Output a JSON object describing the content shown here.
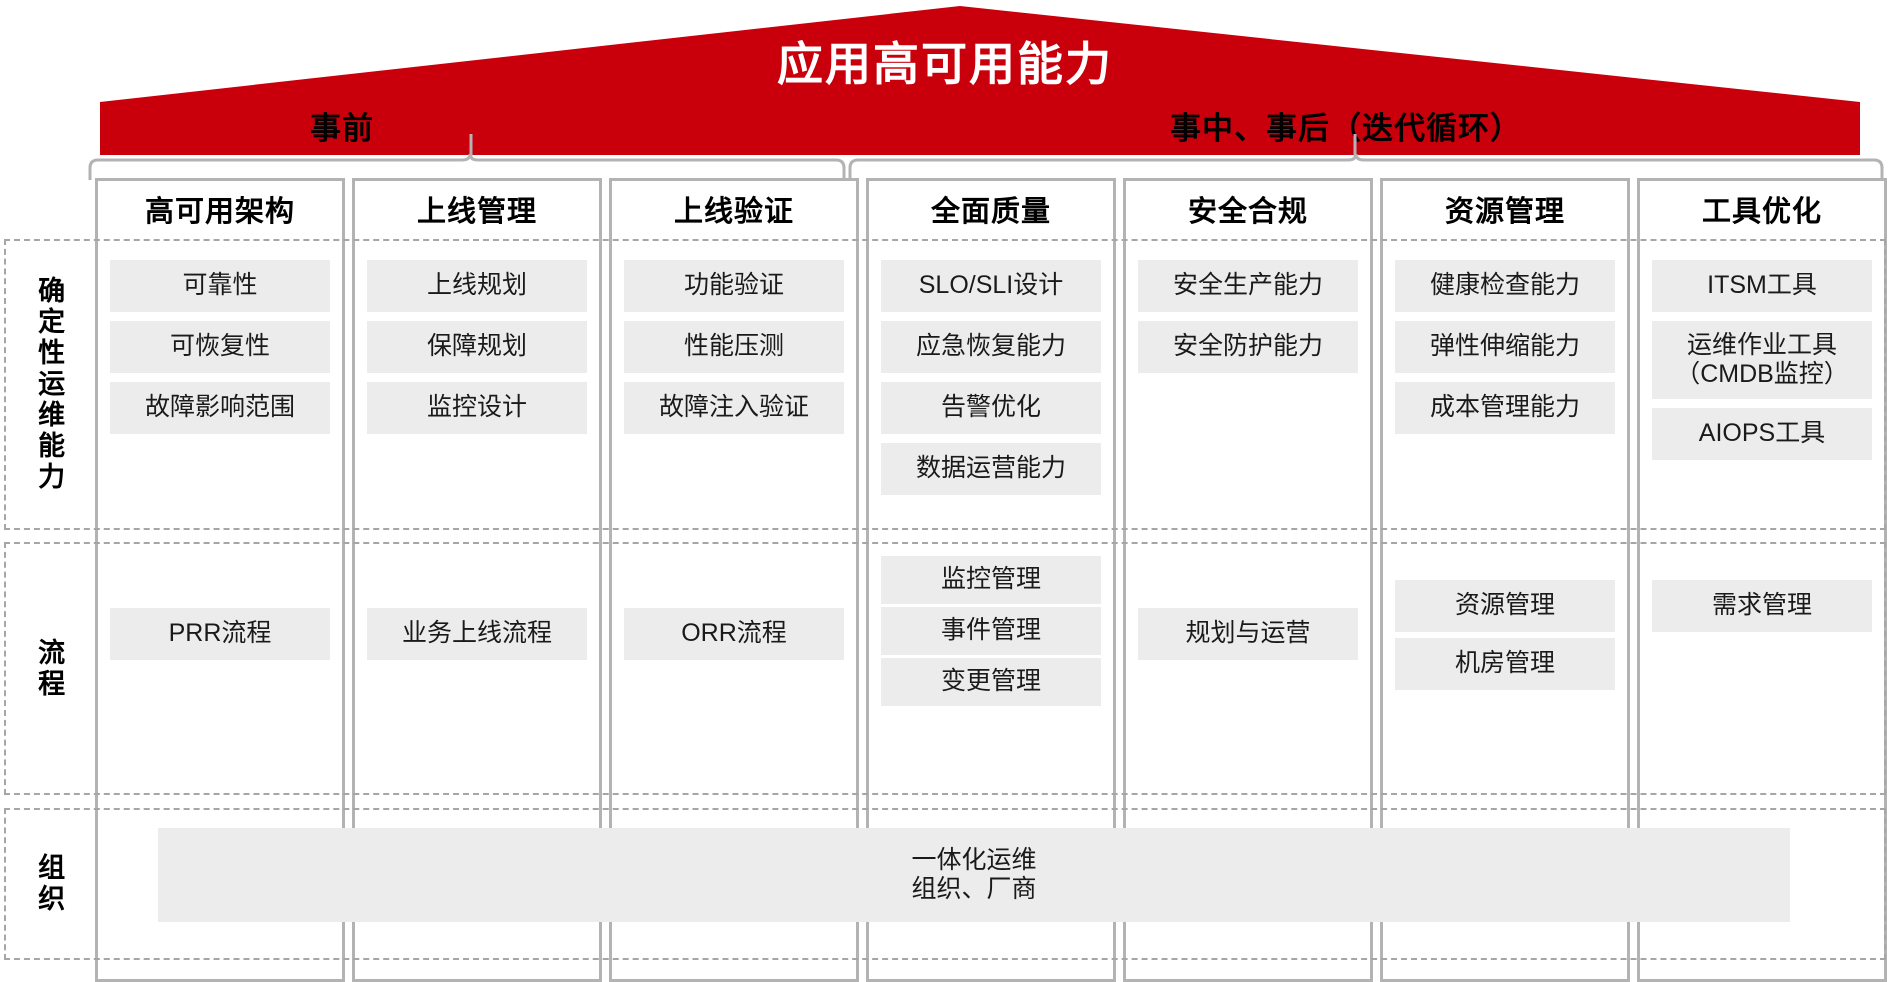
{
  "roof": {
    "title": "应用高可用能力",
    "color": "#c9000b",
    "phases": [
      {
        "label": "事前"
      },
      {
        "label": "事中、事后（迭代循环）"
      }
    ]
  },
  "columns": [
    {
      "id": "col-high-availability-architecture",
      "header": "高可用架构"
    },
    {
      "id": "col-launch-management",
      "header": "上线管理"
    },
    {
      "id": "col-launch-verification",
      "header": "上线验证"
    },
    {
      "id": "col-overall-quality",
      "header": "全面质量"
    },
    {
      "id": "col-security-compliance",
      "header": "安全合规"
    },
    {
      "id": "col-resource-management",
      "header": "资源管理"
    },
    {
      "id": "col-tooling-optimization",
      "header": "工具优化"
    }
  ],
  "rows": [
    {
      "id": "row-deterministic-ops-capability",
      "label": "确定性运维能力"
    },
    {
      "id": "row-process",
      "label": "流程"
    },
    {
      "id": "row-organization",
      "label": "组织"
    }
  ],
  "cells": {
    "capability": [
      {
        "column": "高可用架构",
        "items": [
          "可靠性",
          "可恢复性",
          "故障影响范围"
        ]
      },
      {
        "column": "上线管理",
        "items": [
          "上线规划",
          "保障规划",
          "监控设计"
        ]
      },
      {
        "column": "上线验证",
        "items": [
          "功能验证",
          "性能压测",
          "故障注入验证"
        ]
      },
      {
        "column": "全面质量",
        "items": [
          "SLO/SLI设计",
          "应急恢复能力",
          "告警优化",
          "数据运营能力"
        ]
      },
      {
        "column": "安全合规",
        "items": [
          "安全生产能力",
          "安全防护能力"
        ]
      },
      {
        "column": "资源管理",
        "items": [
          "健康检查能力",
          "弹性伸缩能力",
          "成本管理能力"
        ]
      },
      {
        "column": "工具优化",
        "items": [
          "ITSM工具",
          "运维作业工具\n（CMDB监控）",
          "AIOPS工具"
        ]
      }
    ],
    "process": [
      {
        "column": "高可用架构",
        "items": [
          "PRR流程"
        ]
      },
      {
        "column": "上线管理",
        "items": [
          "业务上线流程"
        ]
      },
      {
        "column": "上线验证",
        "items": [
          "ORR流程"
        ]
      },
      {
        "column": "全面质量",
        "items": [
          "监控管理",
          "事件管理",
          "变更管理"
        ]
      },
      {
        "column": "安全合规",
        "items": [
          "规划与运营"
        ]
      },
      {
        "column": "资源管理",
        "items": [
          "资源管理",
          "机房管理"
        ]
      },
      {
        "column": "工具优化",
        "items": [
          "需求管理"
        ]
      }
    ],
    "organization": [
      {
        "column": "",
        "items": [
          "一体化运维\n组织、厂商"
        ]
      }
    ]
  },
  "colors": {
    "brand_red": "#c9000b",
    "cell_fill": "#ececec",
    "frame_border": "#b3b3b3",
    "band_border": "#a6a6a6"
  }
}
